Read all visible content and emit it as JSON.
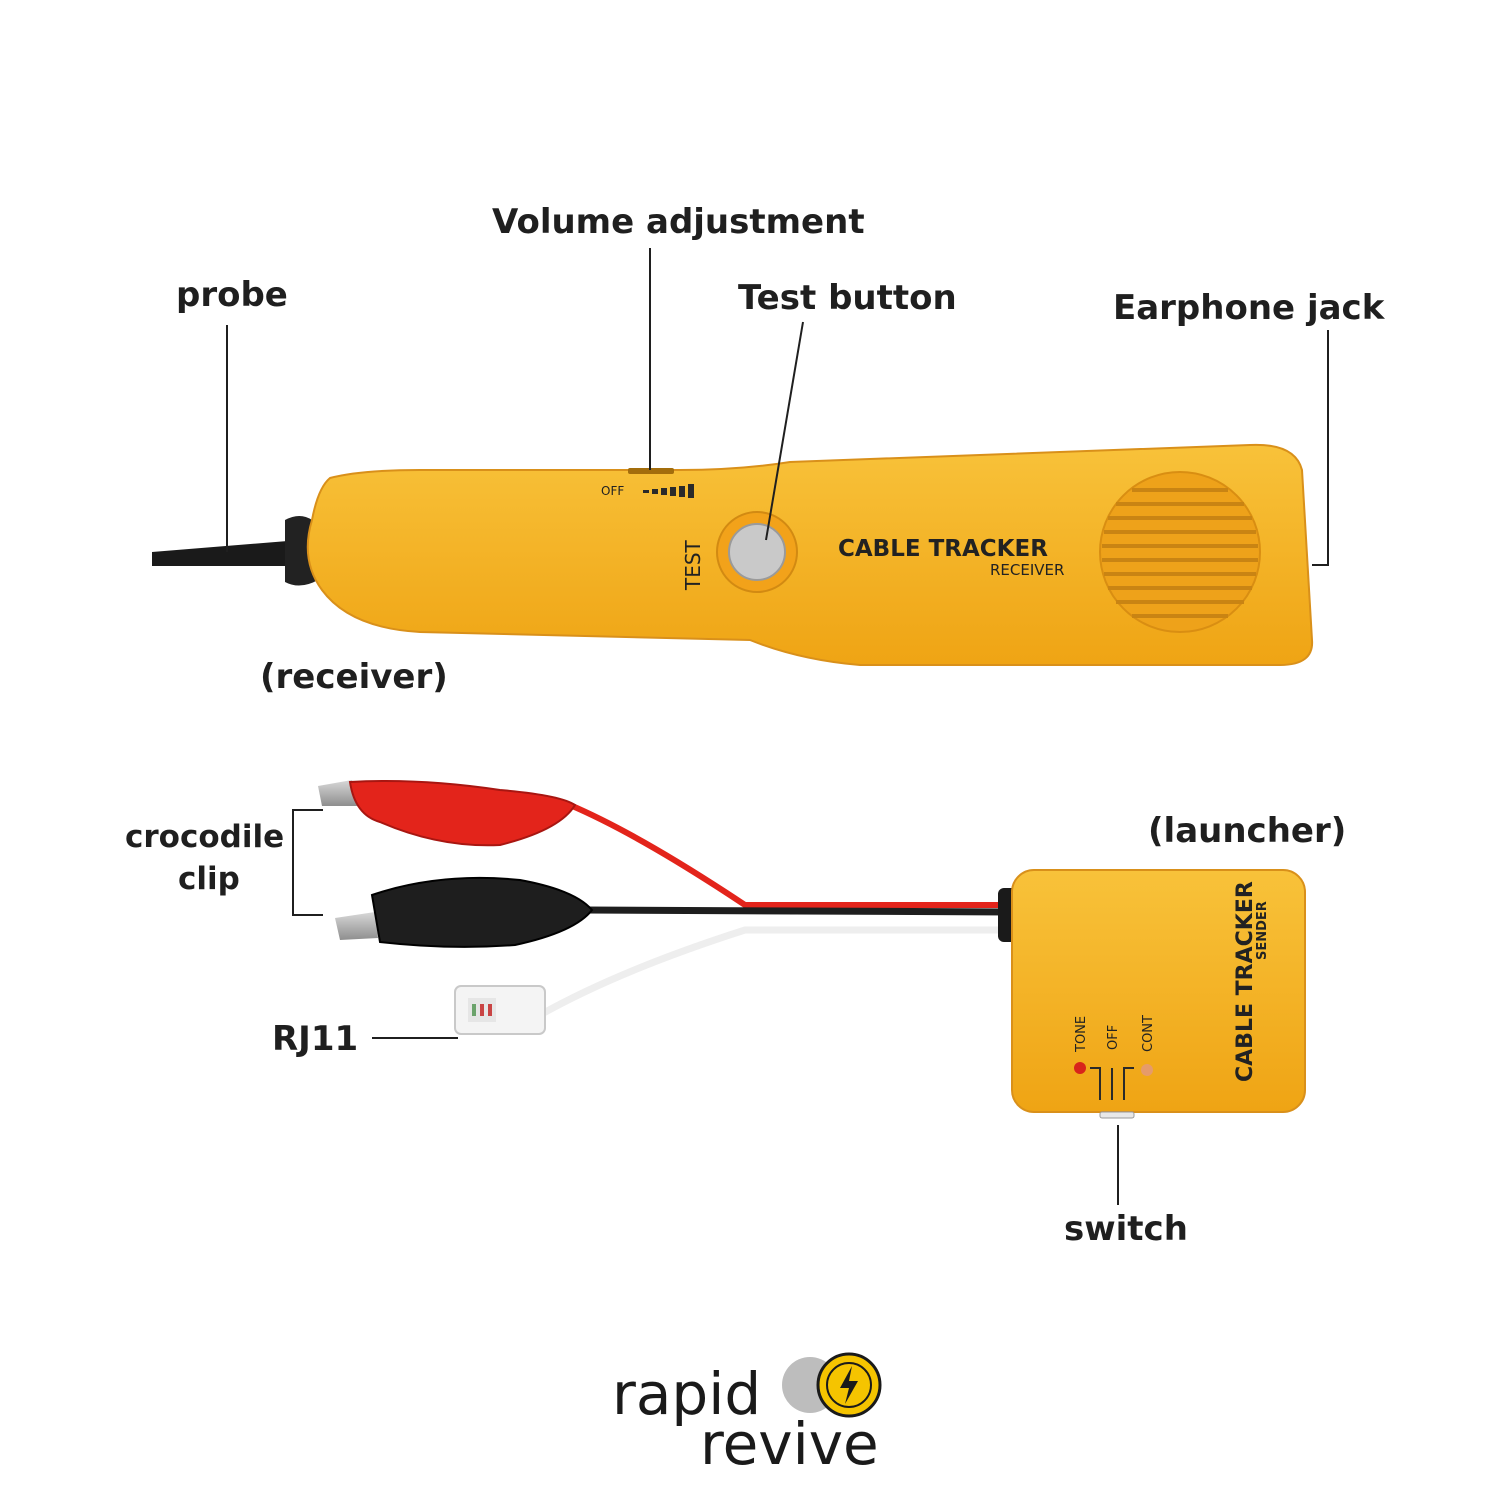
{
  "labels": {
    "volume": "Volume adjustment",
    "probe": "probe",
    "test_button": "Test button",
    "earphone_jack": "Earphone jack",
    "receiver": "(receiver)",
    "crocodile_line1": "crocodile",
    "crocodile_line2": "clip",
    "launcher": "(launcher)",
    "rj11": "RJ11",
    "switch": "switch"
  },
  "receiver_device": {
    "brand": "CABLE TRACKER",
    "model": "RECEIVER",
    "test": "TEST",
    "volume_off": "OFF"
  },
  "sender_device": {
    "brand": "CABLE TRACKER",
    "model": "SENDER",
    "tone": "TONE",
    "off": "OFF",
    "cont": "CONT"
  },
  "logo": {
    "line1": "rapid",
    "line2": "revive",
    "icon": "lightning-bolt-icon"
  },
  "colors": {
    "device_body": "#F4B021",
    "device_edge": "#D9901A",
    "clip_red": "#E3241B",
    "clip_black": "#1E1E1E",
    "logo_yellow": "#F5C400",
    "text": "#1F1F1F"
  }
}
